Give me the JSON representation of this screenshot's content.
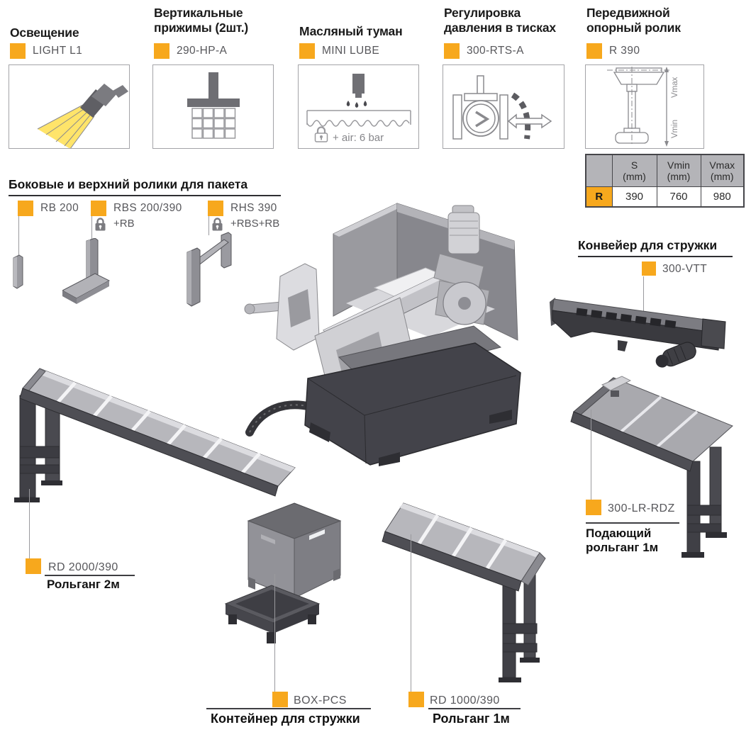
{
  "colors": {
    "accent": "#F7A81D",
    "code_text": "#57575b",
    "table_header_bg": "#b4b4b8"
  },
  "panels": [
    {
      "title1": "",
      "title2": "Освещение",
      "code": "LIGHT L1"
    },
    {
      "title1": "Вертикальные",
      "title2": "прижимы (2шт.)",
      "code": "290-HP-A"
    },
    {
      "title1": "",
      "title2": "Масляный туман",
      "code": "MINI LUBE",
      "note": "+ air: 6 bar"
    },
    {
      "title1": "Регулировка",
      "title2": "давления в тисках",
      "code": "300-RTS-A"
    },
    {
      "title1": "Передвижной",
      "title2": "опорный ролик",
      "code": "R 390"
    }
  ],
  "roller_table": {
    "cols": [
      {
        "label": "S",
        "unit": "(mm)"
      },
      {
        "label": "Vmin",
        "unit": "(mm)"
      },
      {
        "label": "Vmax",
        "unit": "(mm)"
      }
    ],
    "row": {
      "key": "R",
      "values": [
        "390",
        "760",
        "980"
      ]
    },
    "diagram": {
      "vmax": "Vmax",
      "vmin": "Vmin"
    }
  },
  "side_rollers": {
    "title": "Боковые и верхний ролики для пакета",
    "items": [
      {
        "code": "RB 200",
        "extra": ""
      },
      {
        "code": "RBS 200/390",
        "extra": "+RB"
      },
      {
        "code": "RHS 390",
        "extra": "+RBS+RB"
      }
    ]
  },
  "chip_conveyor": {
    "title": "Конвейер для стружки",
    "code": "300-VTT"
  },
  "bottom_labels": {
    "rd2000": {
      "code": "RD 2000/390",
      "caption": "Рольганг 2м"
    },
    "box": {
      "code": "BOX-PCS",
      "caption": "Контейнер для стружки"
    },
    "rd1000": {
      "code": "RD 1000/390",
      "caption": "Рольганг 1м"
    },
    "lr_rdz": {
      "code": "300-LR-RDZ",
      "caption1": "Подающий",
      "caption2": "рольганг 1м"
    }
  }
}
